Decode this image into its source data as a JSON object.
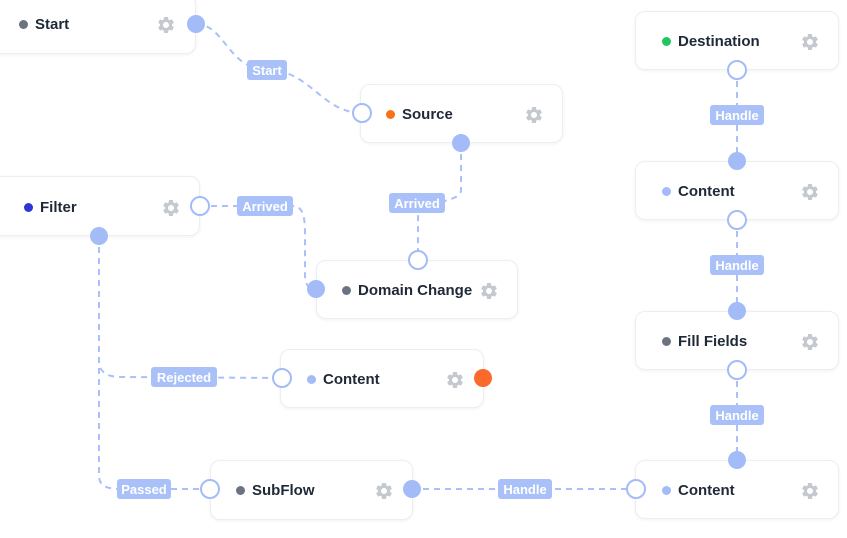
{
  "colors": {
    "edge": "#a9c1f8",
    "pin": "#a3bcf8",
    "error": "#fb6a2c",
    "dot_gray": "#6b7280",
    "dot_orange": "#f97316",
    "dot_green": "#22c55e",
    "dot_blue": "#2b35d8",
    "dot_light": "#a3bcf8"
  },
  "nodes": {
    "start": {
      "label": "Start",
      "dot_color": "#6b7280",
      "icon": "gear-icon"
    },
    "source": {
      "label": "Source",
      "dot_color": "#f97316",
      "icon": "gear-icon"
    },
    "filter": {
      "label": "Filter",
      "dot_color": "#2b35d8",
      "icon": "gear-icon"
    },
    "domain_change": {
      "label": "Domain Change",
      "dot_color": "#6b7280",
      "icon": "gear-icon"
    },
    "content_mid": {
      "label": "Content",
      "dot_color": "#a3bcf8",
      "icon": "gear-icon"
    },
    "subflow": {
      "label": "SubFlow",
      "dot_color": "#6b7280",
      "icon": "gear-icon"
    },
    "destination": {
      "label": "Destination",
      "dot_color": "#22c55e",
      "icon": "gear-icon"
    },
    "content_top": {
      "label": "Content",
      "dot_color": "#a3bcf8",
      "icon": "gear-icon"
    },
    "fill_fields": {
      "label": "Fill Fields",
      "dot_color": "#6b7280",
      "icon": "gear-icon"
    },
    "content_bottom": {
      "label": "Content",
      "dot_color": "#a3bcf8",
      "icon": "gear-icon"
    }
  },
  "edges": {
    "start_source": "Start",
    "source_domain": "Arrived",
    "filter_domain": "Arrived",
    "filter_content": "Rejected",
    "filter_subflow": "Passed",
    "subflow_content": "Handle",
    "dest_content": "Handle",
    "content_fill": "Handle",
    "fill_content": "Handle"
  }
}
